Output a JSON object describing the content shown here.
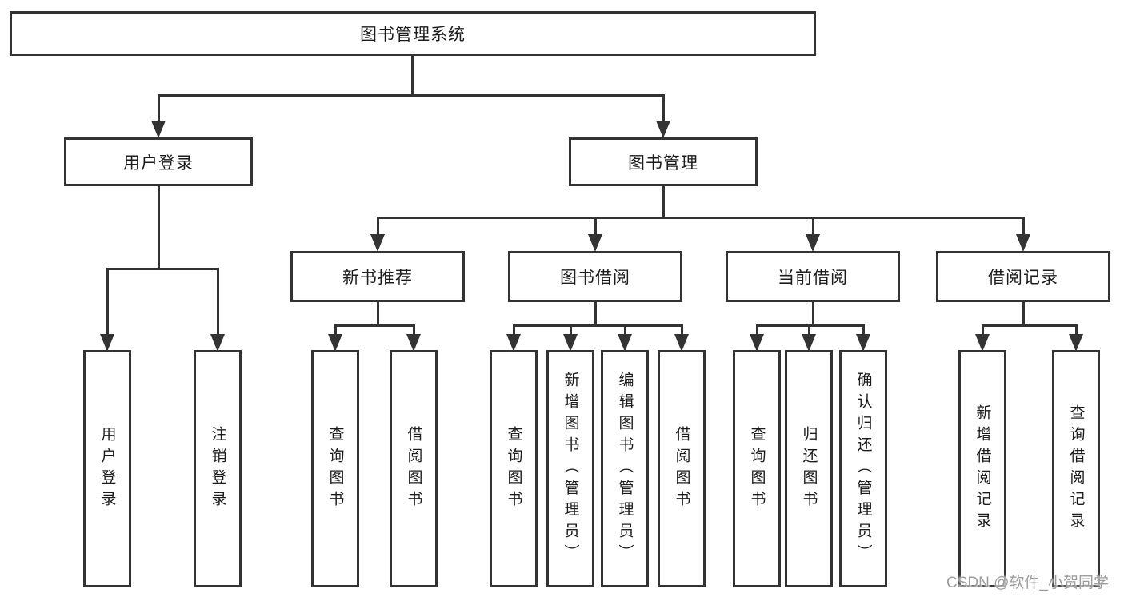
{
  "tree": {
    "label": "图书管理系统",
    "children": [
      {
        "label": "用户登录",
        "children": [
          {
            "label": "用户登录"
          },
          {
            "label": "注销登录"
          }
        ]
      },
      {
        "label": "图书管理",
        "children": [
          {
            "label": "新书推荐",
            "children": [
              {
                "label": "查询图书"
              },
              {
                "label": "借阅图书"
              }
            ]
          },
          {
            "label": "图书借阅",
            "children": [
              {
                "label": "查询图书"
              },
              {
                "label": "新增图书（管理员）"
              },
              {
                "label": "编辑图书（管理员）"
              },
              {
                "label": "借阅图书"
              }
            ]
          },
          {
            "label": "当前借阅",
            "children": [
              {
                "label": "查询图书"
              },
              {
                "label": "归还图书"
              },
              {
                "label": "确认归还（管理员）"
              }
            ]
          },
          {
            "label": "借阅记录",
            "children": [
              {
                "label": "新增借阅记录"
              },
              {
                "label": "查询借阅记录"
              }
            ]
          }
        ]
      }
    ]
  },
  "watermark": {
    "text": "CSDN @软件_小贺同学"
  },
  "colors": {
    "line": "#333333",
    "box_border": "#333333",
    "text": "#1c1c1c",
    "background": "#ffffff",
    "watermark": "#9d9d9d"
  }
}
